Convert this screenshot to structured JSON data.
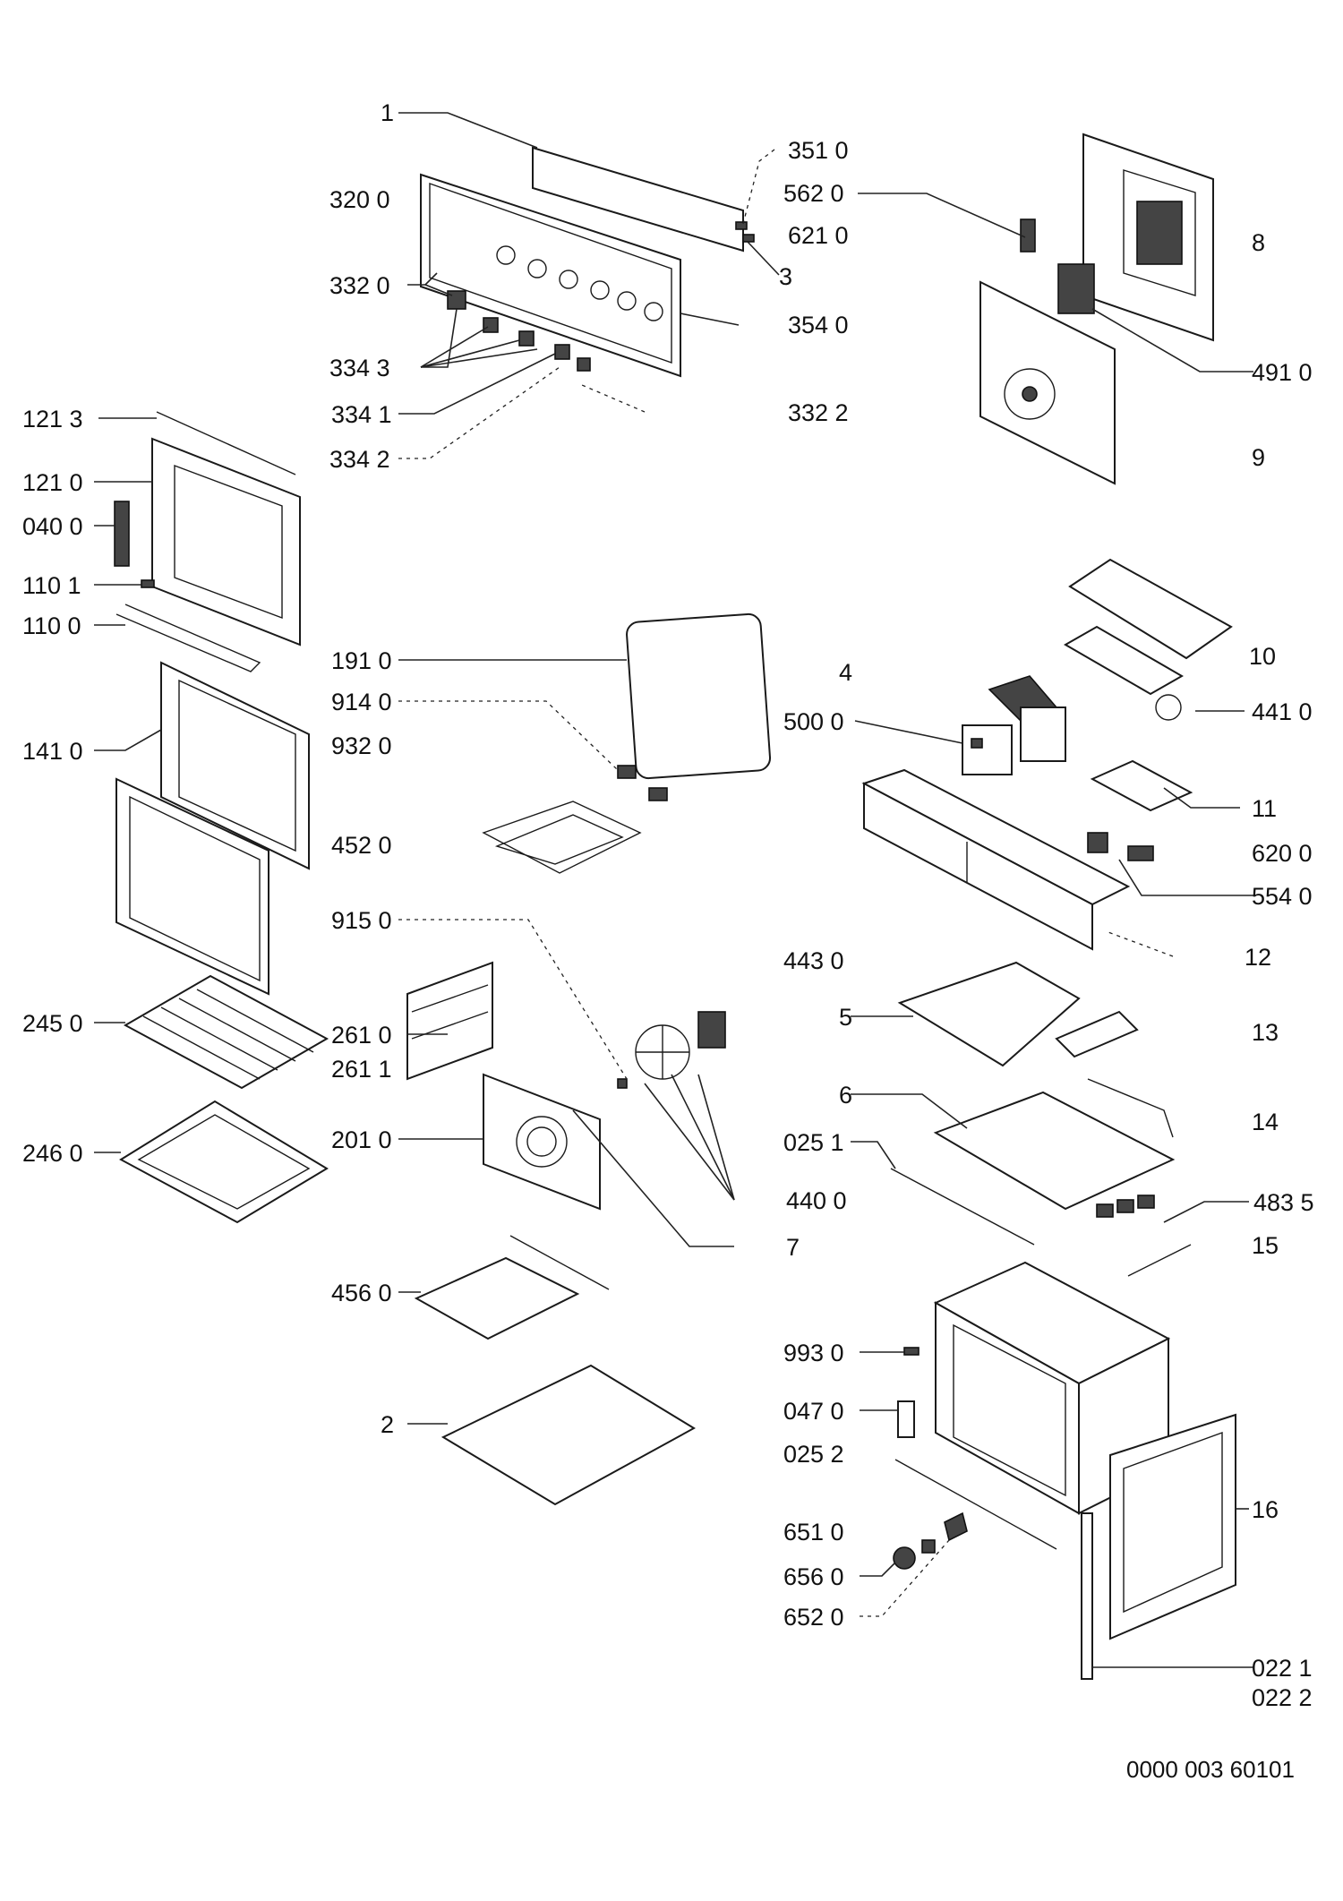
{
  "diagram": {
    "doc_code": "0000 003 60101",
    "labels": {
      "p1": "1",
      "p3510": "351 0",
      "p5620": "562 0",
      "p6210": "621 0",
      "p3200": "320 0",
      "p3": "3",
      "p3320": "332 0",
      "p3540": "354 0",
      "p8": "8",
      "p3343": "334 3",
      "p4910": "491 0",
      "p3341": "334 1",
      "p3322": "332 2",
      "p1213": "121 3",
      "p3342": "334 2",
      "p9": "9",
      "p1210": "121 0",
      "p0400": "040 0",
      "p1101": "110 1",
      "p1100": "110 0",
      "p1910": "191 0",
      "p10": "10",
      "p4": "4",
      "p9140": "914 0",
      "p4410": "441 0",
      "p5000": "500 0",
      "p1410": "141 0",
      "p9320": "932 0",
      "p11": "11",
      "p4520": "452 0",
      "p6200": "620 0",
      "p5540": "554 0",
      "p9150": "915 0",
      "p12": "12",
      "p4430": "443 0",
      "p2450": "245 0",
      "p5": "5",
      "p2610": "261 0",
      "p13": "13",
      "p2611": "261 1",
      "p6": "6",
      "p14": "14",
      "p2460": "246 0",
      "p2010": "201 0",
      "p0251": "025 1",
      "p4400": "440 0",
      "p4835": "483 5",
      "p7": "7",
      "p15": "15",
      "p4560": "456 0",
      "p9930": "993 0",
      "p0470": "047 0",
      "p2": "2",
      "p0252": "025 2",
      "p16": "16",
      "p6510": "651 0",
      "p6560": "656 0",
      "p6520": "652 0",
      "p0221": "022 1",
      "p0222": "022 2"
    }
  }
}
